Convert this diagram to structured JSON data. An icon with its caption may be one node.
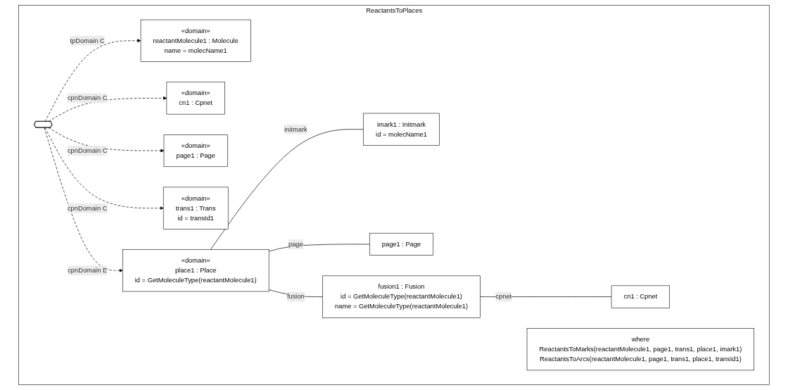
{
  "diagram": {
    "nodes": [
      {
        "text": [
          "ReactantsToPlaces"
        ]
      },
      {
        "text": [
          "«domain»",
          "reactantMolecule1 : Molecule",
          "name = molecName1"
        ],
        "in": 0
      },
      {
        "text": [
          "«domain»",
          "cn1 : Cpnet"
        ],
        "in": 0
      },
      {
        "text": [
          "«domain»",
          "page1 : Page"
        ],
        "in": 0
      },
      {
        "text": [
          "«domain»",
          "trans1 : Trans",
          "id = transId1"
        ],
        "in": 0
      },
      {
        "text": [],
        "shape": "hexagon",
        "in": 0
      },
      {
        "text": [
          "imark1 : Initmark",
          "id = molecName1"
        ],
        "in": 0
      },
      {
        "text": [
          "page1 : Page"
        ],
        "in": 0
      },
      {
        "text": [
          "«domain»",
          "place1 : Place",
          "id = GetMoleculeType(reactantMolecule1)"
        ],
        "in": 0
      },
      {
        "text": [
          "fusion1 : Fusion",
          "id = GetMoleculeType(reactantMolecule1)",
          "name = GetMoleculeType(reactantMolecule1)"
        ],
        "in": 0
      },
      {
        "text": [
          "cn1 : Cpnet"
        ],
        "in": 0
      },
      {
        "text": [
          "where",
          "ReactantsToMarks(reactantMolecule1, page1, trans1, place1, imark1)",
          "ReactantsToArcs(reactantMolecule1, page1, trans1, place1, transId1)"
        ],
        "in": 0
      }
    ],
    "edges": [
      {
        "from": 5,
        "to": 1,
        "arrow": "to",
        "label": "tpDomain C",
        "style": "dashed"
      },
      {
        "from": 5,
        "to": 2,
        "arrow": "to",
        "label": "cpnDomain C",
        "style": "dashed"
      },
      {
        "from": 5,
        "to": 3,
        "arrow": "to",
        "label": "cpnDomain C",
        "style": "dashed"
      },
      {
        "from": 5,
        "to": 4,
        "arrow": "to",
        "label": "cpnDomain C",
        "style": "dashed"
      },
      {
        "from": 5,
        "to": 8,
        "arrow": "to",
        "label": "cpnDomain E",
        "style": "dashed"
      },
      {
        "from": 8,
        "to": 6,
        "arrow": "none",
        "label": "initmark"
      },
      {
        "from": 8,
        "to": 7,
        "arrow": "none",
        "label": "page"
      },
      {
        "from": 8,
        "to": 9,
        "arrow": "none",
        "label": "fusion"
      },
      {
        "from": 9,
        "to": 10,
        "arrow": "none",
        "label": "cpnet"
      }
    ]
  }
}
